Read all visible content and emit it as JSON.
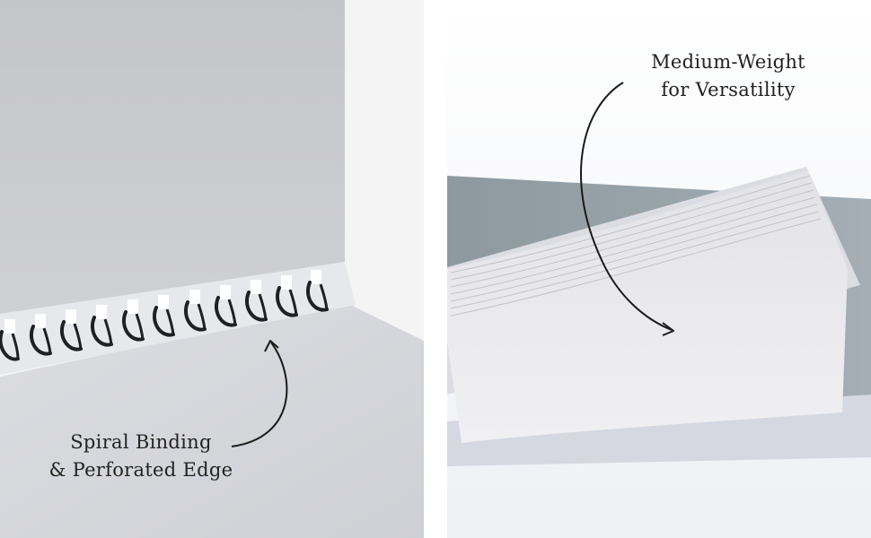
{
  "panels": {
    "left": {
      "caption_line1": "Spiral Binding",
      "caption_line2": "&  Perforated Edge"
    },
    "right": {
      "caption_line1": "Medium-Weight",
      "caption_line2": "for Versatility"
    }
  },
  "colors": {
    "background": "#ffffff",
    "paper_left_upper": "#c9cacd",
    "paper_left_lower": "#dfe0e4",
    "spiral_wire": "#1e2024",
    "cover_blue_gray": "#9aa6ad",
    "paper_white": "#ebebef",
    "text": "#222222"
  },
  "icons": {
    "left_arrow": "curved-arrow-icon",
    "right_arrow": "curved-arrow-icon"
  }
}
